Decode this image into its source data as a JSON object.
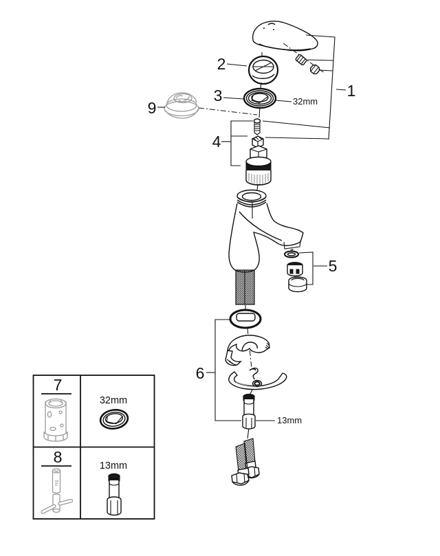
{
  "diagram": {
    "callouts": {
      "part1": "1",
      "part2": "2",
      "part3": "3",
      "part4": "4",
      "part5": "5",
      "part6": "6",
      "part9": "9"
    },
    "annotations": {
      "ring_size": "32mm",
      "stud_size": "13mm"
    },
    "toolbox": {
      "cells": [
        {
          "label": "7"
        },
        {
          "label": "32mm"
        },
        {
          "label": "8"
        },
        {
          "label": "13mm"
        }
      ]
    }
  }
}
